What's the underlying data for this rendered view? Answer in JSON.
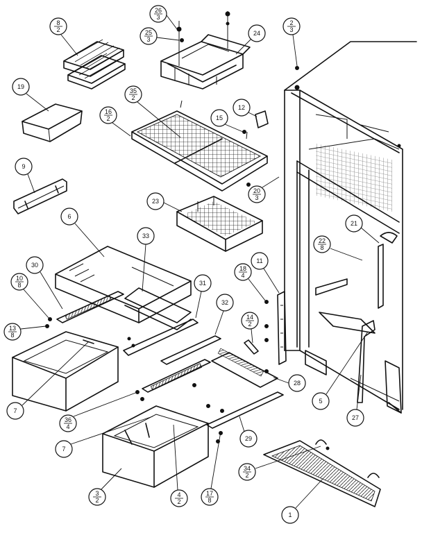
{
  "callouts": [
    {
      "id": "c1",
      "main": "8",
      "sub": "2"
    },
    {
      "id": "c2",
      "main": "26",
      "sub": "3"
    },
    {
      "id": "c3",
      "main": "25",
      "sub": "3"
    },
    {
      "id": "c4",
      "main": "24"
    },
    {
      "id": "c5",
      "main": "2",
      "sub": "3"
    },
    {
      "id": "c6",
      "main": "19"
    },
    {
      "id": "c7",
      "main": "35",
      "sub": "2"
    },
    {
      "id": "c8",
      "main": "16",
      "sub": "2"
    },
    {
      "id": "c9",
      "main": "15"
    },
    {
      "id": "c10",
      "main": "12"
    },
    {
      "id": "c11",
      "main": "9"
    },
    {
      "id": "c12",
      "main": "20",
      "sub": "3"
    },
    {
      "id": "c13",
      "main": "23"
    },
    {
      "id": "c14",
      "main": "6"
    },
    {
      "id": "c15",
      "main": "33"
    },
    {
      "id": "c16",
      "main": "21"
    },
    {
      "id": "c17",
      "main": "22",
      "sub": "8"
    },
    {
      "id": "c18",
      "main": "11"
    },
    {
      "id": "c19",
      "main": "30"
    },
    {
      "id": "c20",
      "main": "18",
      "sub": "4"
    },
    {
      "id": "c21",
      "main": "10",
      "sub": "8"
    },
    {
      "id": "c22",
      "main": "31"
    },
    {
      "id": "c23",
      "main": "32"
    },
    {
      "id": "c24",
      "main": "13",
      "sub": "8"
    },
    {
      "id": "c25",
      "main": "14",
      "sub": "2"
    },
    {
      "id": "c26",
      "main": "28"
    },
    {
      "id": "c27",
      "main": "7"
    },
    {
      "id": "c28",
      "main": "5"
    },
    {
      "id": "c29",
      "main": "27"
    },
    {
      "id": "c30",
      "main": "36",
      "sub": "4"
    },
    {
      "id": "c31",
      "main": "29"
    },
    {
      "id": "c32",
      "main": "7"
    },
    {
      "id": "c33",
      "main": "34",
      "sub": "2"
    },
    {
      "id": "c34",
      "main": "3",
      "sub": "2"
    },
    {
      "id": "c35",
      "main": "4",
      "sub": "2"
    },
    {
      "id": "c36",
      "main": "17",
      "sub": "8"
    },
    {
      "id": "c37",
      "main": "1"
    }
  ]
}
